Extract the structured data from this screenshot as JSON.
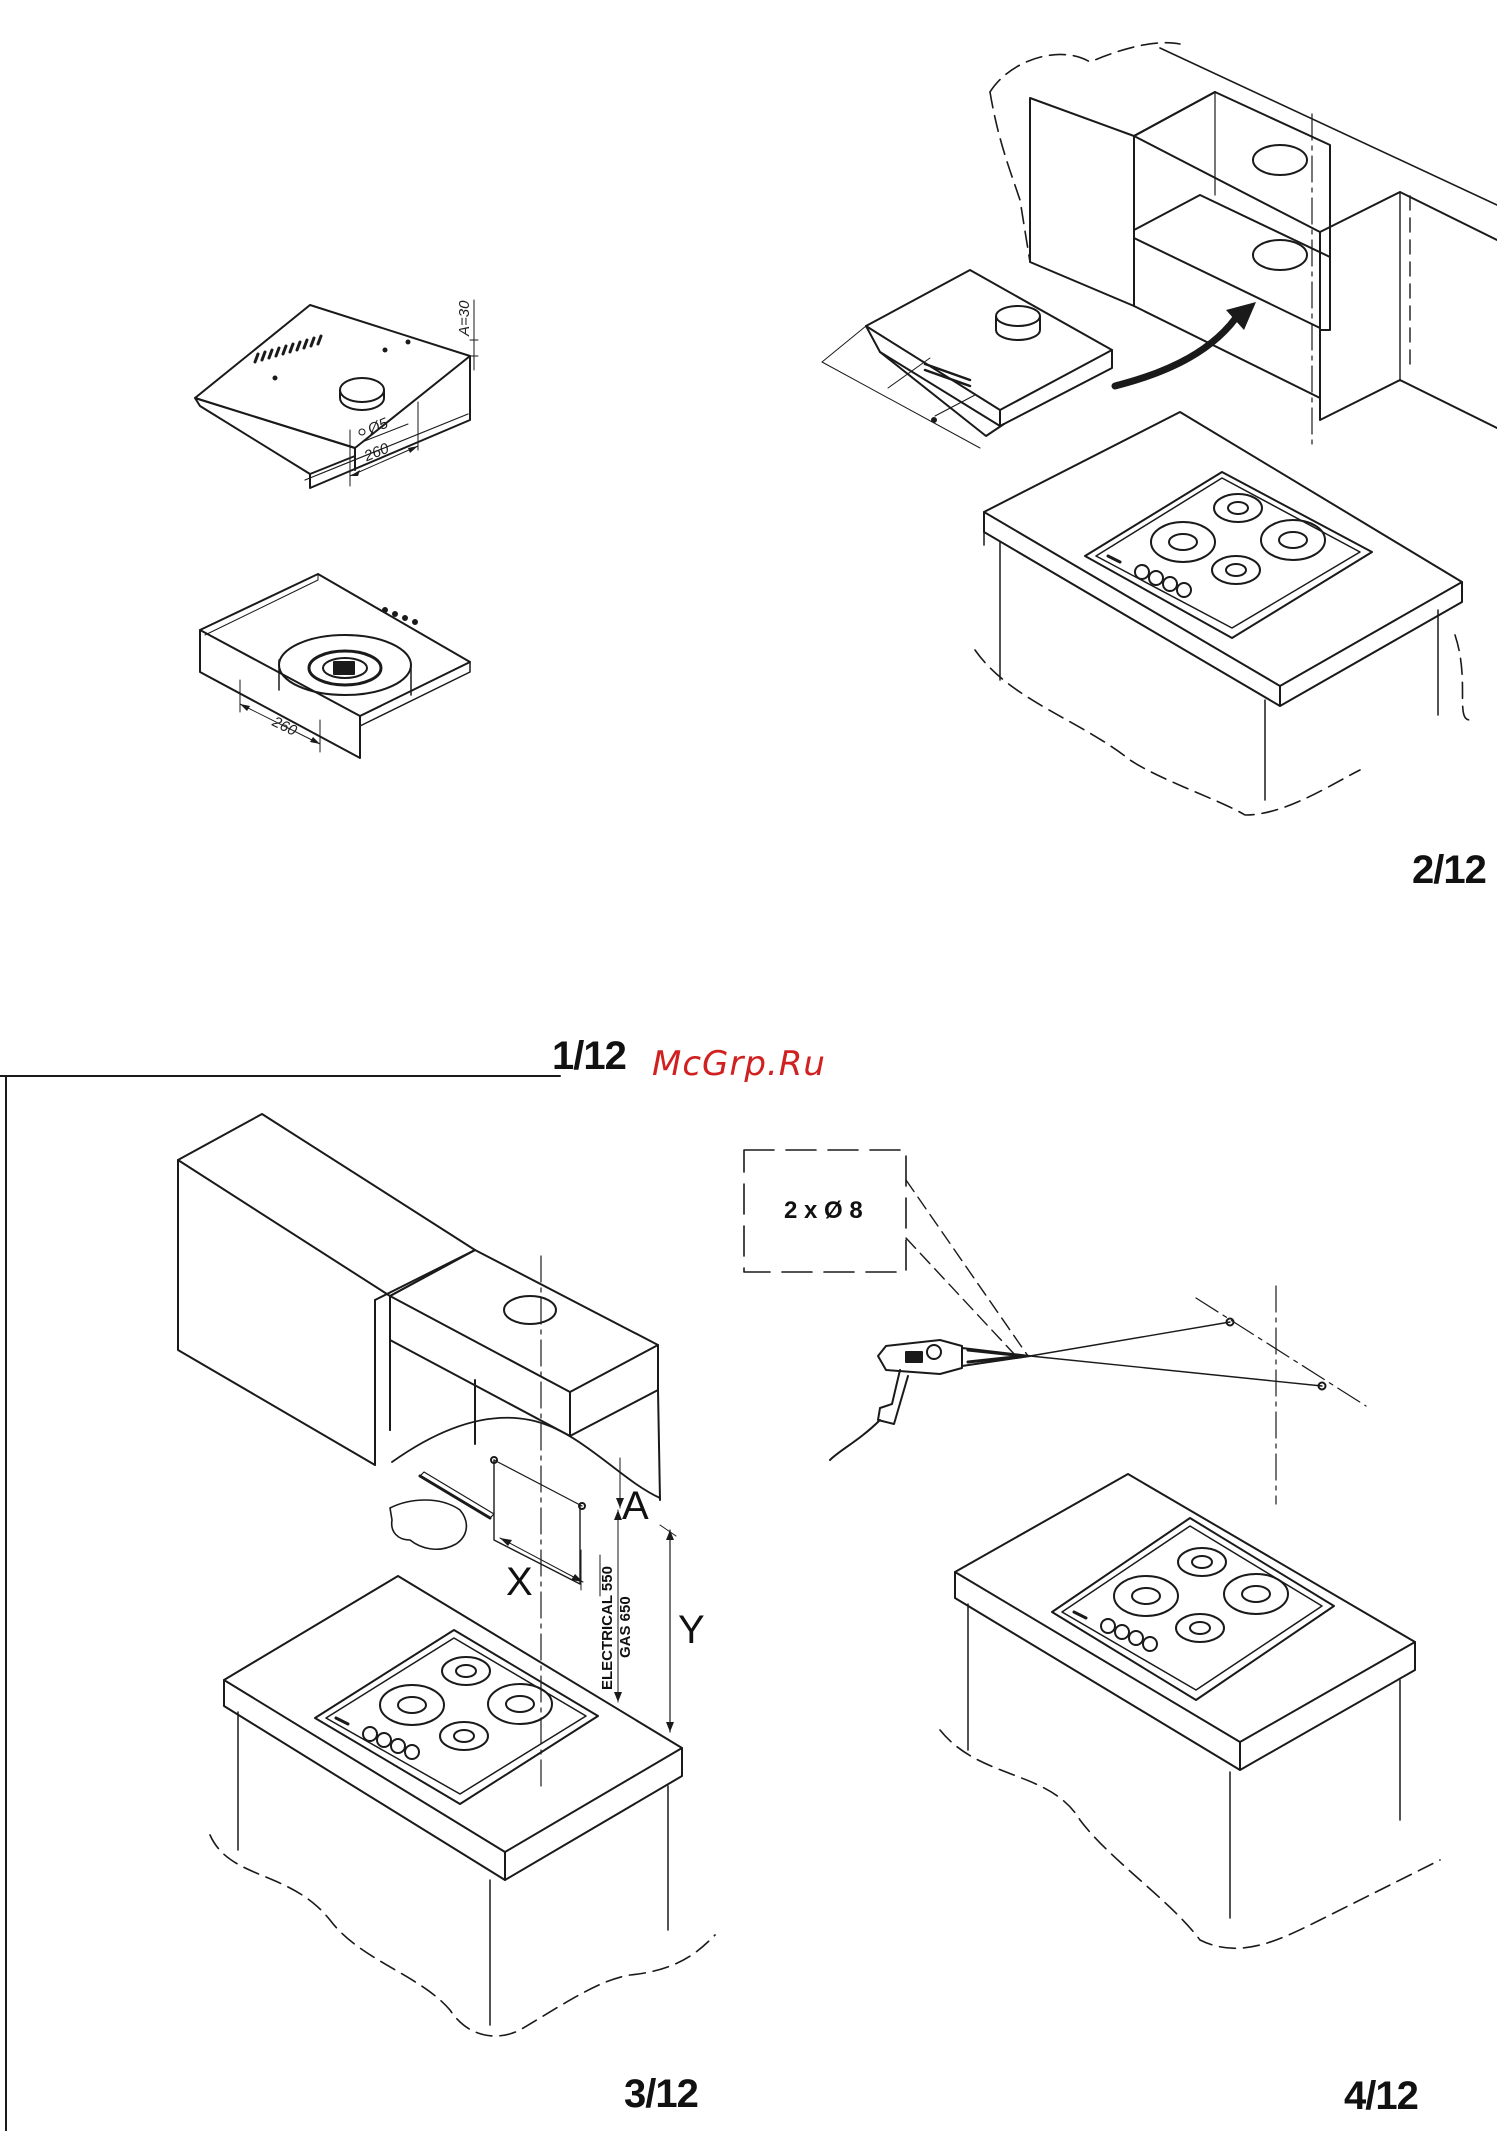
{
  "figures": {
    "fig1": {
      "number": "1/12",
      "dims": {
        "height": "A=30",
        "diameter": "Ø5",
        "width_top": "260",
        "width_bottom": "260"
      }
    },
    "fig2": {
      "number": "2/12"
    },
    "fig3": {
      "number": "3/12",
      "labels": {
        "a": "A",
        "x": "X",
        "y": "Y",
        "electrical": "ELECTRICAL 550",
        "gas": "GAS 650"
      }
    },
    "fig4": {
      "number": "4/12",
      "drill_note": "2 x Ø 8"
    }
  },
  "watermark": "McGrp.Ru",
  "colors": {
    "line": "#1a1a1a",
    "watermark": "#d02020",
    "background": "#ffffff"
  }
}
